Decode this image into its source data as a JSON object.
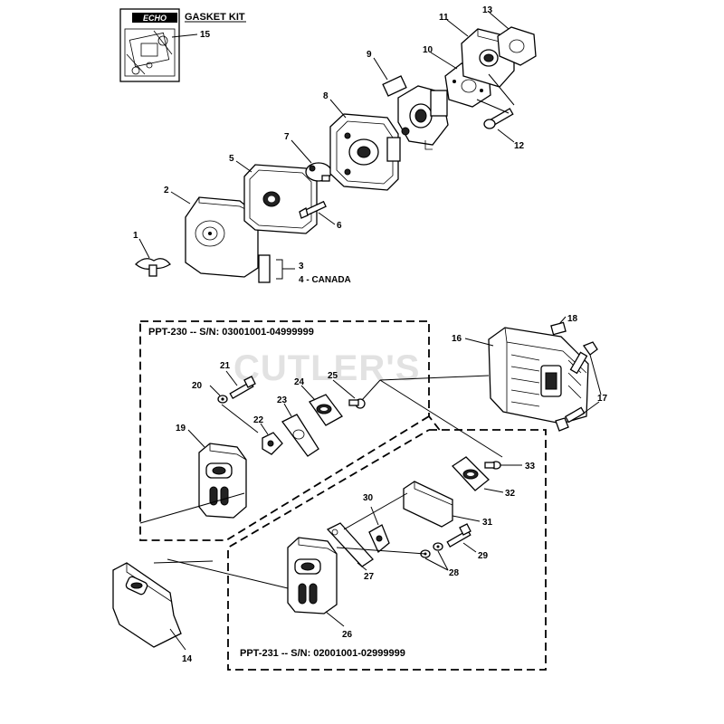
{
  "diagram": {
    "brand_logo_text": "ECHO",
    "gasket_kit_label": "GASKET KIT",
    "watermark": "CUTLER'S",
    "box_ppt230_label": "PPT-230 -- S/N: 03001001-04999999",
    "box_ppt231_label": "PPT-231 -- S/N: 02001001-02999999",
    "canada_label": "4 - CANADA",
    "callouts": [
      "1",
      "2",
      "3",
      "5",
      "6",
      "7",
      "8",
      "9",
      "10",
      "11",
      "12",
      "13",
      "14",
      "15",
      "16",
      "17",
      "18",
      "19",
      "20",
      "21",
      "22",
      "23",
      "24",
      "25",
      "26",
      "27",
      "28",
      "29",
      "30",
      "31",
      "32",
      "33"
    ]
  }
}
